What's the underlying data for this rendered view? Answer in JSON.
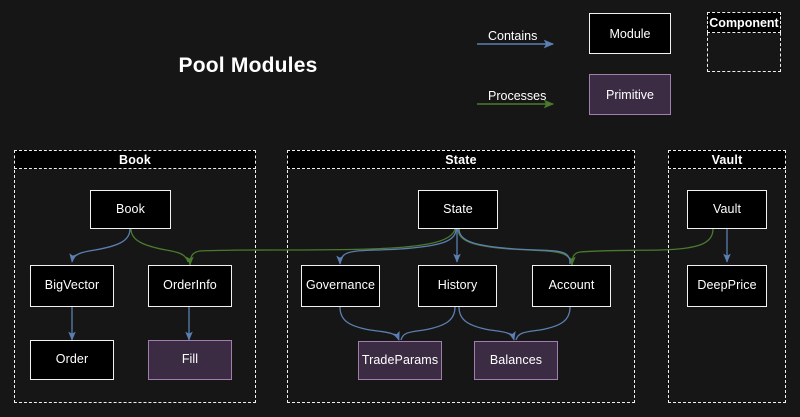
{
  "page": {
    "title": "Pool Modules",
    "background_color": "#161616"
  },
  "colors": {
    "contains_edge": "#5b7fb0",
    "processes_edge": "#4a7a2e",
    "module_fill": "#000000",
    "module_border": "#f2f2f2",
    "primitive_fill": "#3b2c44",
    "primitive_border": "#a07fb0",
    "component_border": "#f0f0f0",
    "text": "#ffffff"
  },
  "legend": {
    "edges": [
      {
        "label": "Contains",
        "color": "#5b7fb0",
        "name": "contains"
      },
      {
        "label": "Processes",
        "color": "#4a7a2e",
        "name": "processes"
      }
    ],
    "shapes": [
      {
        "label": "Module",
        "kind": "module"
      },
      {
        "label": "Primitive",
        "kind": "primitive"
      }
    ],
    "component": {
      "label": "Component"
    }
  },
  "groups": [
    {
      "id": "book",
      "label": "Book"
    },
    {
      "id": "state",
      "label": "State"
    },
    {
      "id": "vault",
      "label": "Vault"
    }
  ],
  "nodes": [
    {
      "id": "book",
      "label": "Book",
      "kind": "module",
      "group": "book"
    },
    {
      "id": "bigvector",
      "label": "BigVector",
      "kind": "module",
      "group": "book"
    },
    {
      "id": "orderinfo",
      "label": "OrderInfo",
      "kind": "module",
      "group": "book"
    },
    {
      "id": "order",
      "label": "Order",
      "kind": "module",
      "group": "book"
    },
    {
      "id": "fill",
      "label": "Fill",
      "kind": "primitive",
      "group": "book"
    },
    {
      "id": "state",
      "label": "State",
      "kind": "module",
      "group": "state"
    },
    {
      "id": "governance",
      "label": "Governance",
      "kind": "module",
      "group": "state"
    },
    {
      "id": "history",
      "label": "History",
      "kind": "module",
      "group": "state"
    },
    {
      "id": "account",
      "label": "Account",
      "kind": "module",
      "group": "state"
    },
    {
      "id": "tradeparams",
      "label": "TradeParams",
      "kind": "primitive",
      "group": "state"
    },
    {
      "id": "balances",
      "label": "Balances",
      "kind": "primitive",
      "group": "state"
    },
    {
      "id": "vault",
      "label": "Vault",
      "kind": "module",
      "group": "vault"
    },
    {
      "id": "deepprice",
      "label": "DeepPrice",
      "kind": "module",
      "group": "vault"
    }
  ],
  "edges": [
    {
      "from": "book",
      "to": "bigvector",
      "type": "contains"
    },
    {
      "from": "book",
      "to": "orderinfo",
      "type": "contains"
    },
    {
      "from": "bigvector",
      "to": "order",
      "type": "contains"
    },
    {
      "from": "orderinfo",
      "to": "fill",
      "type": "contains"
    },
    {
      "from": "state",
      "to": "governance",
      "type": "contains"
    },
    {
      "from": "state",
      "to": "history",
      "type": "contains"
    },
    {
      "from": "state",
      "to": "account",
      "type": "contains"
    },
    {
      "from": "governance",
      "to": "tradeparams",
      "type": "contains"
    },
    {
      "from": "history",
      "to": "tradeparams",
      "type": "contains"
    },
    {
      "from": "history",
      "to": "balances",
      "type": "contains"
    },
    {
      "from": "account",
      "to": "balances",
      "type": "contains"
    },
    {
      "from": "vault",
      "to": "deepprice",
      "type": "contains"
    },
    {
      "from": "book",
      "to": "orderinfo",
      "type": "processes"
    },
    {
      "from": "state",
      "to": "orderinfo",
      "type": "processes"
    },
    {
      "from": "state",
      "to": "account",
      "type": "processes"
    },
    {
      "from": "vault",
      "to": "account",
      "type": "processes"
    }
  ]
}
